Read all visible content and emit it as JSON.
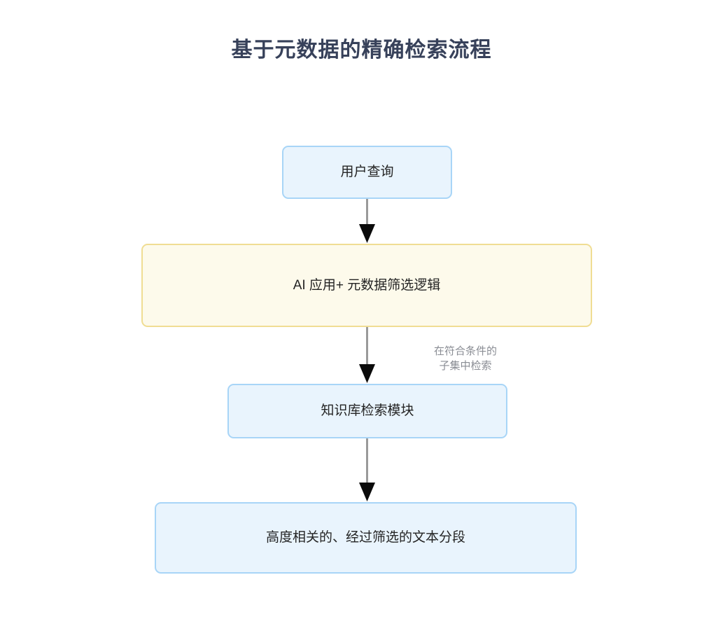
{
  "diagram": {
    "title": "基于元数据的精确检索流程",
    "type": "flowchart",
    "direction": "top-to-bottom",
    "background_color": "#ffffff",
    "title_color": "#37415a",
    "nodes": [
      {
        "id": "user-query",
        "label": "用户查询",
        "shape": "rounded-rect",
        "fill": "#e9f4fd",
        "stroke": "#a8d5f7",
        "text_color": "#242424"
      },
      {
        "id": "ai-app",
        "label": "AI 应用+ 元数据筛选逻辑",
        "shape": "rounded-rect",
        "fill": "#fdfaeb",
        "stroke": "#f0dd93",
        "text_color": "#242424"
      },
      {
        "id": "kb-retrieval",
        "label": "知识库检索模块",
        "shape": "rounded-rect",
        "fill": "#e9f4fd",
        "stroke": "#a8d5f7",
        "text_color": "#242424"
      },
      {
        "id": "filtered-chunks",
        "label": "高度相关的、经过筛选的文本分段",
        "shape": "rounded-rect",
        "fill": "#e9f4fd",
        "stroke": "#a8d5f7",
        "text_color": "#242424"
      }
    ],
    "edges": [
      {
        "id": "e1",
        "from": "user-query",
        "to": "ai-app",
        "label": "",
        "arrow": "solid-triangle",
        "line_color": "#9a9a9a"
      },
      {
        "id": "e2",
        "from": "ai-app",
        "to": "kb-retrieval",
        "label": "在符合条件的\n子集中检索",
        "arrow": "solid-triangle",
        "line_color": "#9a9a9a",
        "label_color": "#8a8d94"
      },
      {
        "id": "e3",
        "from": "kb-retrieval",
        "to": "filtered-chunks",
        "label": "",
        "arrow": "solid-triangle",
        "line_color": "#9a9a9a"
      }
    ]
  }
}
